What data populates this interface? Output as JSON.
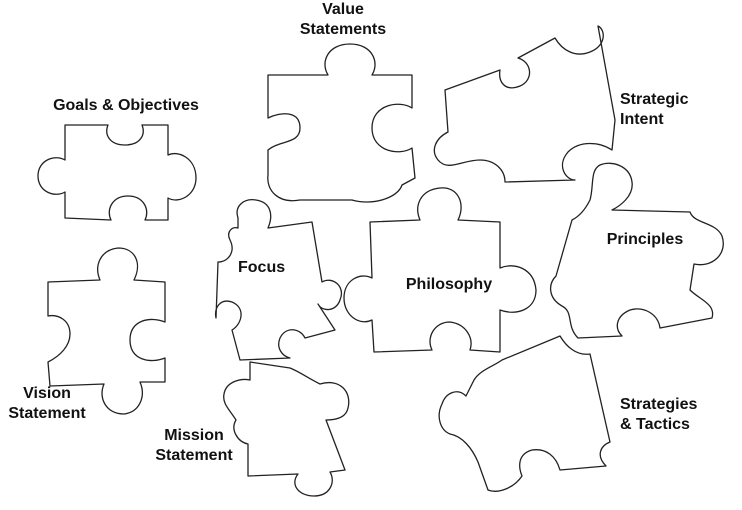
{
  "diagram": {
    "pieces": [
      {
        "id": "value-statements",
        "label": "Value\nStatements"
      },
      {
        "id": "goals-objectives",
        "label": "Goals & Objectives"
      },
      {
        "id": "strategic-intent",
        "label": "Strategic\nIntent"
      },
      {
        "id": "focus",
        "label": "Focus"
      },
      {
        "id": "philosophy",
        "label": "Philosophy"
      },
      {
        "id": "principles",
        "label": "Principles"
      },
      {
        "id": "vision-statement",
        "label": "Vision\nStatement"
      },
      {
        "id": "mission-statement",
        "label": "Mission\nStatement"
      },
      {
        "id": "strategies-tactics",
        "label": "Strategies\n& Tactics"
      }
    ],
    "colors": {
      "stroke": "#222222",
      "fill": "#ffffff",
      "text": "#111111"
    }
  }
}
